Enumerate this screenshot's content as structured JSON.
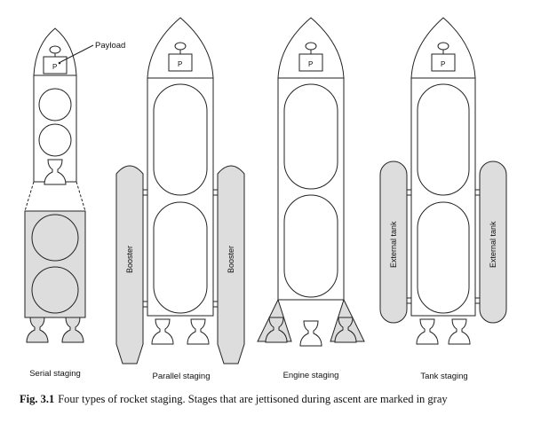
{
  "labels": {
    "payload": "Payload",
    "p": "P",
    "booster": "Booster",
    "external_tank": "External tank",
    "serial": "Serial staging",
    "parallel": "Parallel staging",
    "engine": "Engine staging",
    "tank": "Tank staging"
  },
  "caption": {
    "number": "Fig. 3.1",
    "text": "Four types of rocket staging. Stages that are jettisoned during ascent are marked in gray"
  },
  "colors": {
    "gray": "#dddddd",
    "stroke": "#222222",
    "fill": "#ffffff"
  }
}
